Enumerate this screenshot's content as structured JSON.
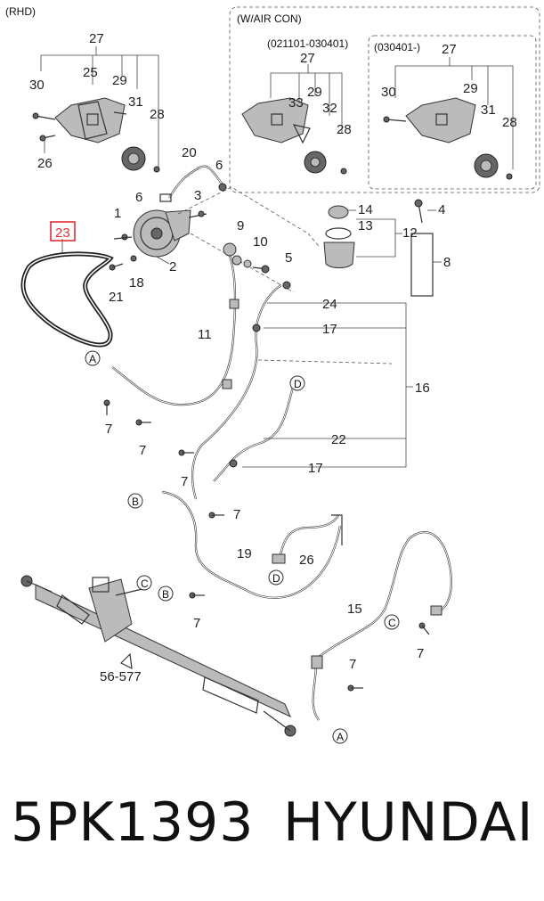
{
  "diagram": {
    "region_label": "(RHD)",
    "aircon_label": "(W/AIR CON)",
    "aircon_range_1": "(021101-030401)",
    "aircon_range_2": "(030401-)",
    "highlighted_part": "23",
    "callouts": {
      "c1": "1",
      "c2": "2",
      "c3": "3",
      "c4": "4",
      "c5": "5",
      "c6a": "6",
      "c6b": "6",
      "c7a": "7",
      "c7b": "7",
      "c7c": "7",
      "c7d": "7",
      "c7e": "7",
      "c7f": "7",
      "c7g": "7",
      "c8": "8",
      "c9": "9",
      "c10": "10",
      "c11": "11",
      "c12": "12",
      "c13": "13",
      "c14": "14",
      "c15": "15",
      "c16": "16",
      "c17a": "17",
      "c17b": "17",
      "c18": "18",
      "c19": "19",
      "c20": "20",
      "c21": "21",
      "c22": "22",
      "c24": "24",
      "c26a": "26",
      "c26b": "26",
      "c27a": "27",
      "c27b": "27",
      "c27c": "27",
      "c25": "25",
      "c28a": "28",
      "c28b": "28",
      "c28c": "28",
      "c29a": "29",
      "c29b": "29",
      "c29c": "29",
      "c30a": "30",
      "c30b": "30",
      "c31a": "31",
      "c31b": "31",
      "c32": "32",
      "c33": "33",
      "ref": "56-577"
    },
    "markers": {
      "A1": "A",
      "A2": "A",
      "B1": "B",
      "B2": "B",
      "C1": "C",
      "C2": "C",
      "D1": "D",
      "D2": "D"
    },
    "colors": {
      "highlight": "#e0303a",
      "line": "#333333"
    }
  },
  "footer": {
    "part_number": "5PK1393",
    "brand": "HYUNDAI"
  }
}
